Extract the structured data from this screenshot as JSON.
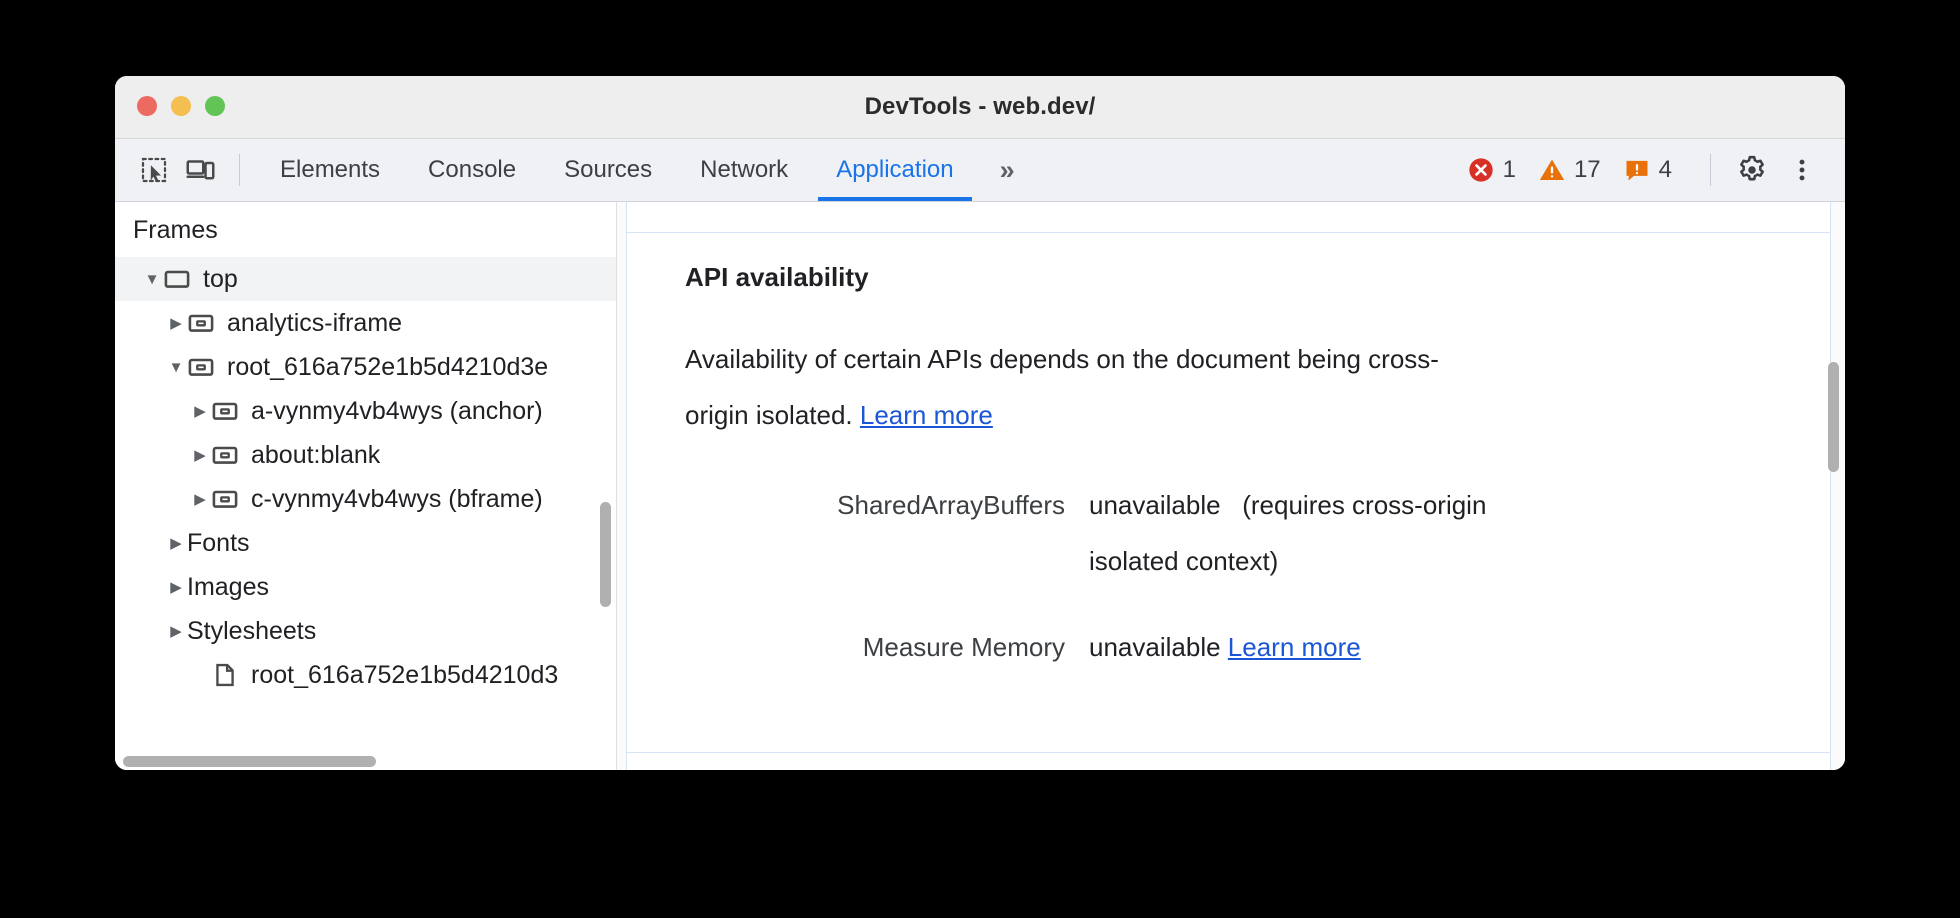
{
  "window": {
    "title": "DevTools - web.dev/",
    "traffic_lights": [
      "close-red",
      "minimize-yellow",
      "zoom-green"
    ]
  },
  "toolbar": {
    "inspect_icon": "inspect-element-icon",
    "device_icon": "device-toolbar-icon",
    "tabs": [
      {
        "label": "Elements",
        "active": false
      },
      {
        "label": "Console",
        "active": false
      },
      {
        "label": "Sources",
        "active": false
      },
      {
        "label": "Network",
        "active": false
      },
      {
        "label": "Application",
        "active": true
      }
    ],
    "overflow_label": "»",
    "counters": [
      {
        "icon": "error-icon",
        "count": "1",
        "color": "#d93025"
      },
      {
        "icon": "warning-icon",
        "count": "17",
        "color": "#e8710a"
      },
      {
        "icon": "info-message-icon",
        "count": "4",
        "color": "#e8710a"
      }
    ],
    "settings_icon": "gear-icon",
    "more_icon": "kebab-menu-icon"
  },
  "sidebar": {
    "header": "Frames",
    "tree": [
      {
        "label": "top",
        "indent": 0,
        "twisty": "down",
        "icon": "frame-top-icon",
        "selected": true
      },
      {
        "label": "analytics-iframe",
        "indent": 1,
        "twisty": "right",
        "icon": "frame-icon",
        "selected": false
      },
      {
        "label": "root_616a752e1b5d4210d3e",
        "indent": 1,
        "twisty": "down",
        "icon": "frame-icon",
        "selected": false
      },
      {
        "label": "a-vynmy4vb4wys (anchor)",
        "indent": 2,
        "twisty": "right",
        "icon": "frame-icon",
        "selected": false
      },
      {
        "label": "about:blank",
        "indent": 2,
        "twisty": "right",
        "icon": "frame-icon",
        "selected": false
      },
      {
        "label": "c-vynmy4vb4wys (bframe)",
        "indent": 2,
        "twisty": "right",
        "icon": "frame-icon",
        "selected": false
      },
      {
        "label": "Fonts",
        "indent": 1,
        "twisty": "right",
        "icon": "none",
        "selected": false
      },
      {
        "label": "Images",
        "indent": 1,
        "twisty": "right",
        "icon": "none",
        "selected": false
      },
      {
        "label": "Stylesheets",
        "indent": 1,
        "twisty": "right",
        "icon": "none",
        "selected": false
      },
      {
        "label": "root_616a752e1b5d4210d3",
        "indent": 2,
        "twisty": "none",
        "icon": "document-icon",
        "selected": false
      }
    ]
  },
  "main": {
    "section_title": "API availability",
    "paragraph_text": "Availability of certain APIs depends on the document being cross-origin isolated. ",
    "paragraph_link": "Learn more",
    "rows": [
      {
        "key": "SharedArrayBuffers",
        "value": "unavailable",
        "note": "(requires cross-origin isolated context)",
        "link": ""
      },
      {
        "key": "Measure Memory",
        "value": "unavailable",
        "note": "",
        "link": "Learn more"
      }
    ]
  },
  "colors": {
    "accent_blue": "#1a73e8",
    "link_blue": "#1a56d6",
    "error_red": "#d93025",
    "warning_orange": "#e8710a",
    "toolbar_bg": "#eff1f5",
    "titlebar_bg": "#eeeeee"
  }
}
